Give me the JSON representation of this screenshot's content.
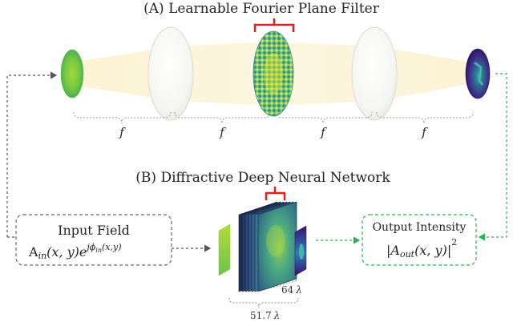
{
  "section_a": {
    "title": "(A) Learnable Fourier Plane Filter"
  },
  "section_b": {
    "title": "(B) Diffractive Deep Neural Network"
  },
  "focal_labels": [
    "f",
    "f",
    "f",
    "f"
  ],
  "input_box": {
    "title": "Input Field",
    "formula_base": "A",
    "formula_sub": "in",
    "formula_args": "(x, y)e",
    "formula_exp": "jϕ",
    "formula_exp_sub": "in",
    "formula_exp_args": "(x,y)"
  },
  "output_box": {
    "title": "Output Intensity",
    "formula_open": "|A",
    "formula_sub": "out",
    "formula_args": "(x, y)|",
    "formula_sup": "2"
  },
  "dims": {
    "depth": "64",
    "width": "51.7",
    "unit": "λ"
  },
  "colors": {
    "lens_glow": "#fbf3d6",
    "filter_bracket": "#e02020",
    "green_dashed": "#2bb24c",
    "gray_dashed": "#555555",
    "viridis_yellow": "#d8e219",
    "viridis_purple": "#3b0f70"
  }
}
